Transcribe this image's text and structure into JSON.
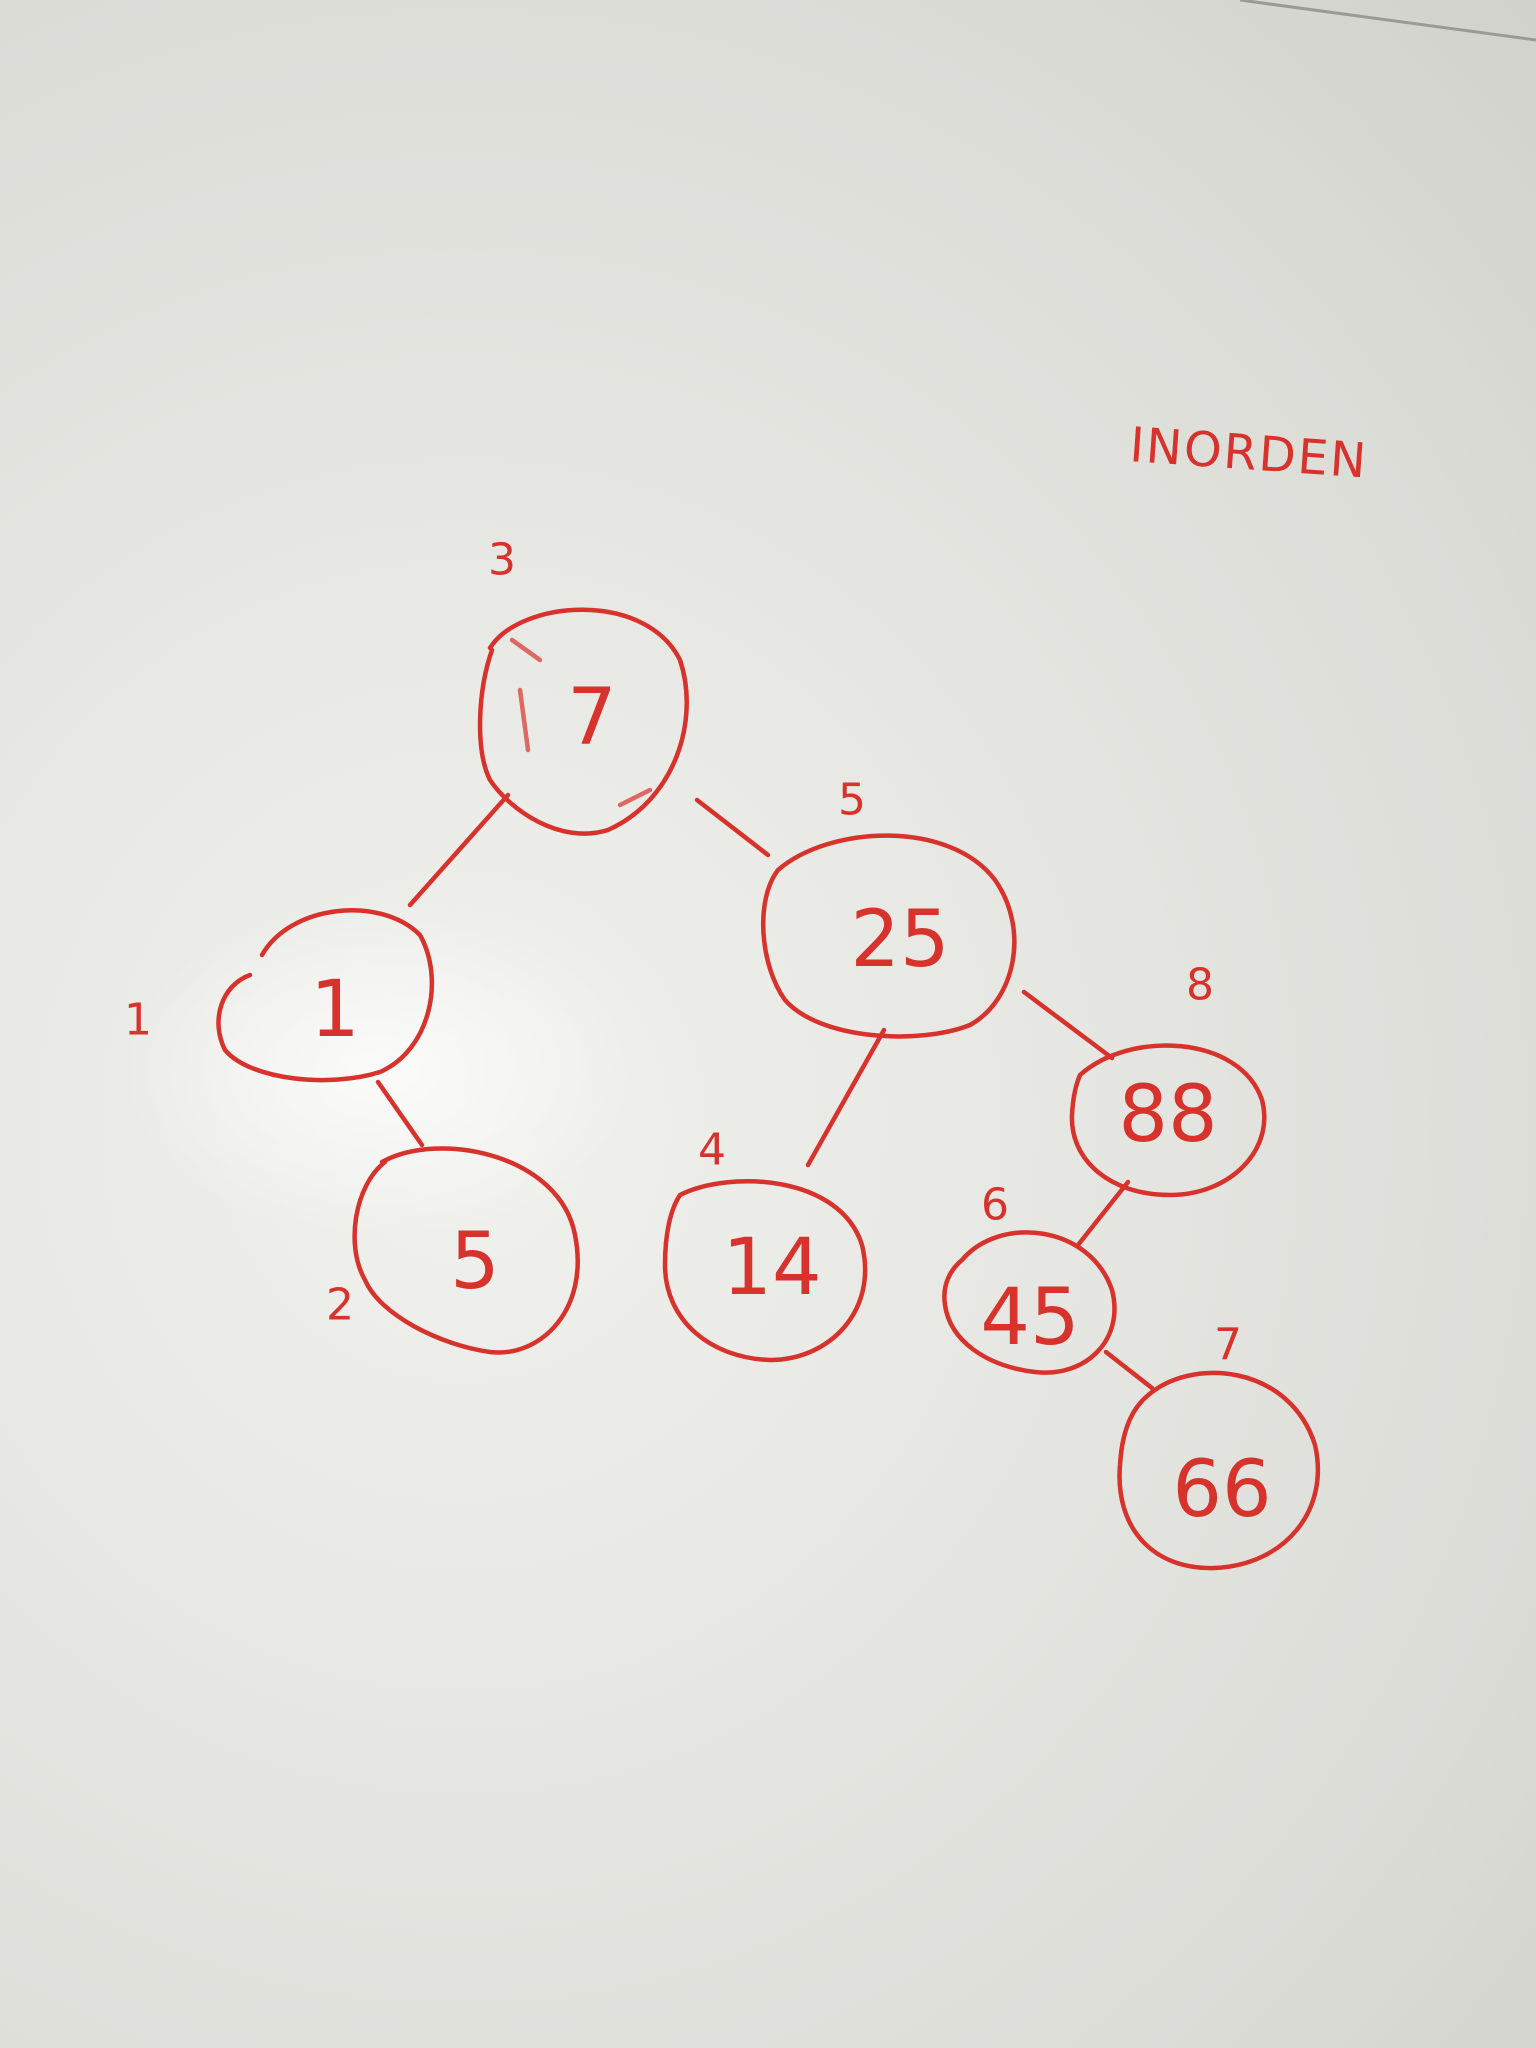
{
  "board": {
    "heading": "INORDEN",
    "ink_color": "#d7322b"
  },
  "tree": {
    "nodes": [
      {
        "id": "n7",
        "value": "7",
        "order": "3"
      },
      {
        "id": "n1",
        "value": "1",
        "order": "1"
      },
      {
        "id": "n5",
        "value": "5",
        "order": "2"
      },
      {
        "id": "n25",
        "value": "25",
        "order": "5"
      },
      {
        "id": "n14",
        "value": "14",
        "order": "4"
      },
      {
        "id": "n88",
        "value": "88",
        "order": "8"
      },
      {
        "id": "n45",
        "value": "45",
        "order": "6"
      },
      {
        "id": "n66",
        "value": "66",
        "order": "7"
      }
    ],
    "edges": [
      {
        "from": "7",
        "to": "1"
      },
      {
        "from": "7",
        "to": "25"
      },
      {
        "from": "1",
        "to": "5"
      },
      {
        "from": "25",
        "to": "14"
      },
      {
        "from": "25",
        "to": "88"
      },
      {
        "from": "88",
        "to": "45"
      },
      {
        "from": "45",
        "to": "66"
      }
    ]
  }
}
